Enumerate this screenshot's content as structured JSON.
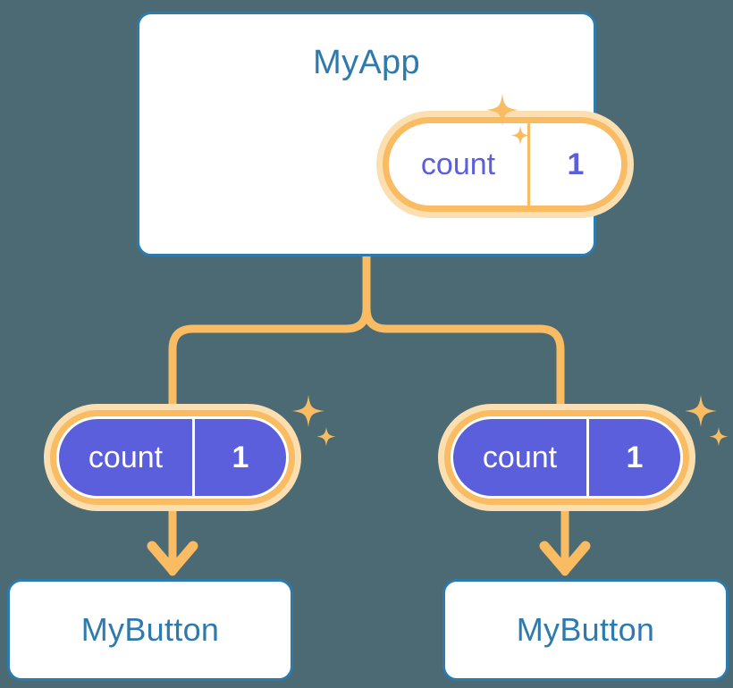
{
  "theme": {
    "background": "#4c6a73",
    "card_background": "#ffffff",
    "card_border": "#2d7aad",
    "title_text": "#2d7aad",
    "accent_orange": "#f9bc63",
    "accent_orange_pale": "#fbdfb0",
    "state_purple": "#5b5fdb",
    "state_text_light": "#ffffff"
  },
  "app_card": {
    "title": "MyApp",
    "state": {
      "key": "count",
      "value": "1"
    }
  },
  "children": [
    {
      "state": {
        "key": "count",
        "value": "1"
      },
      "label": "MyButton"
    },
    {
      "state": {
        "key": "count",
        "value": "1"
      },
      "label": "MyButton"
    }
  ],
  "icons": {
    "sparkle_large": "sparkle-icon",
    "sparkle_small": "sparkle-icon",
    "arrow_down": "arrow-down-icon",
    "branch_connector": "branch-connector-icon"
  }
}
